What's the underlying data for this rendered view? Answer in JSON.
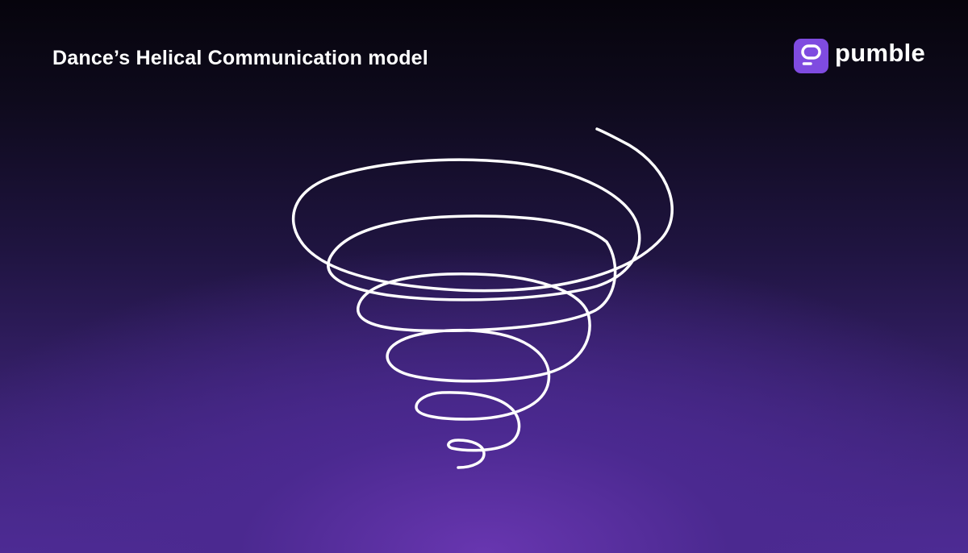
{
  "header": {
    "title": "Dance’s Helical Communication model"
  },
  "brand": {
    "name": "pumble",
    "icon": "pumble-logo-icon",
    "accent_color": "#7f4be0"
  },
  "diagram": {
    "type": "helix-spiral",
    "stroke_color": "#ffffff",
    "background_colors": [
      "#06040c",
      "#1f1440",
      "#4e2c96"
    ]
  }
}
